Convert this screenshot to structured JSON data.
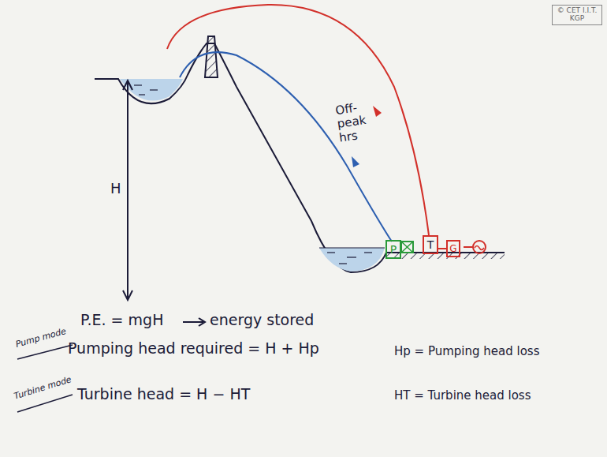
{
  "diagram": {
    "nodes": [
      {
        "text": [
          "© CET I.I.T. KGP"
        ]
      },
      {
        "text": [
          "P"
        ]
      },
      {
        "text": [
          "T"
        ]
      },
      {
        "text": [
          "G"
        ]
      }
    ],
    "edges": [
      {
        "from": 2,
        "to": 3,
        "arrow": "none"
      }
    ],
    "labels": [
      "H",
      "Off-peak hrs",
      "P.E. = mgH",
      "energy stored",
      "Pump mode",
      "Pumping head required = H + Hp",
      "Hp = Pumping head loss",
      "Turbine mode",
      "Turbine head = H − HT",
      "HT = Turbine head loss"
    ]
  }
}
